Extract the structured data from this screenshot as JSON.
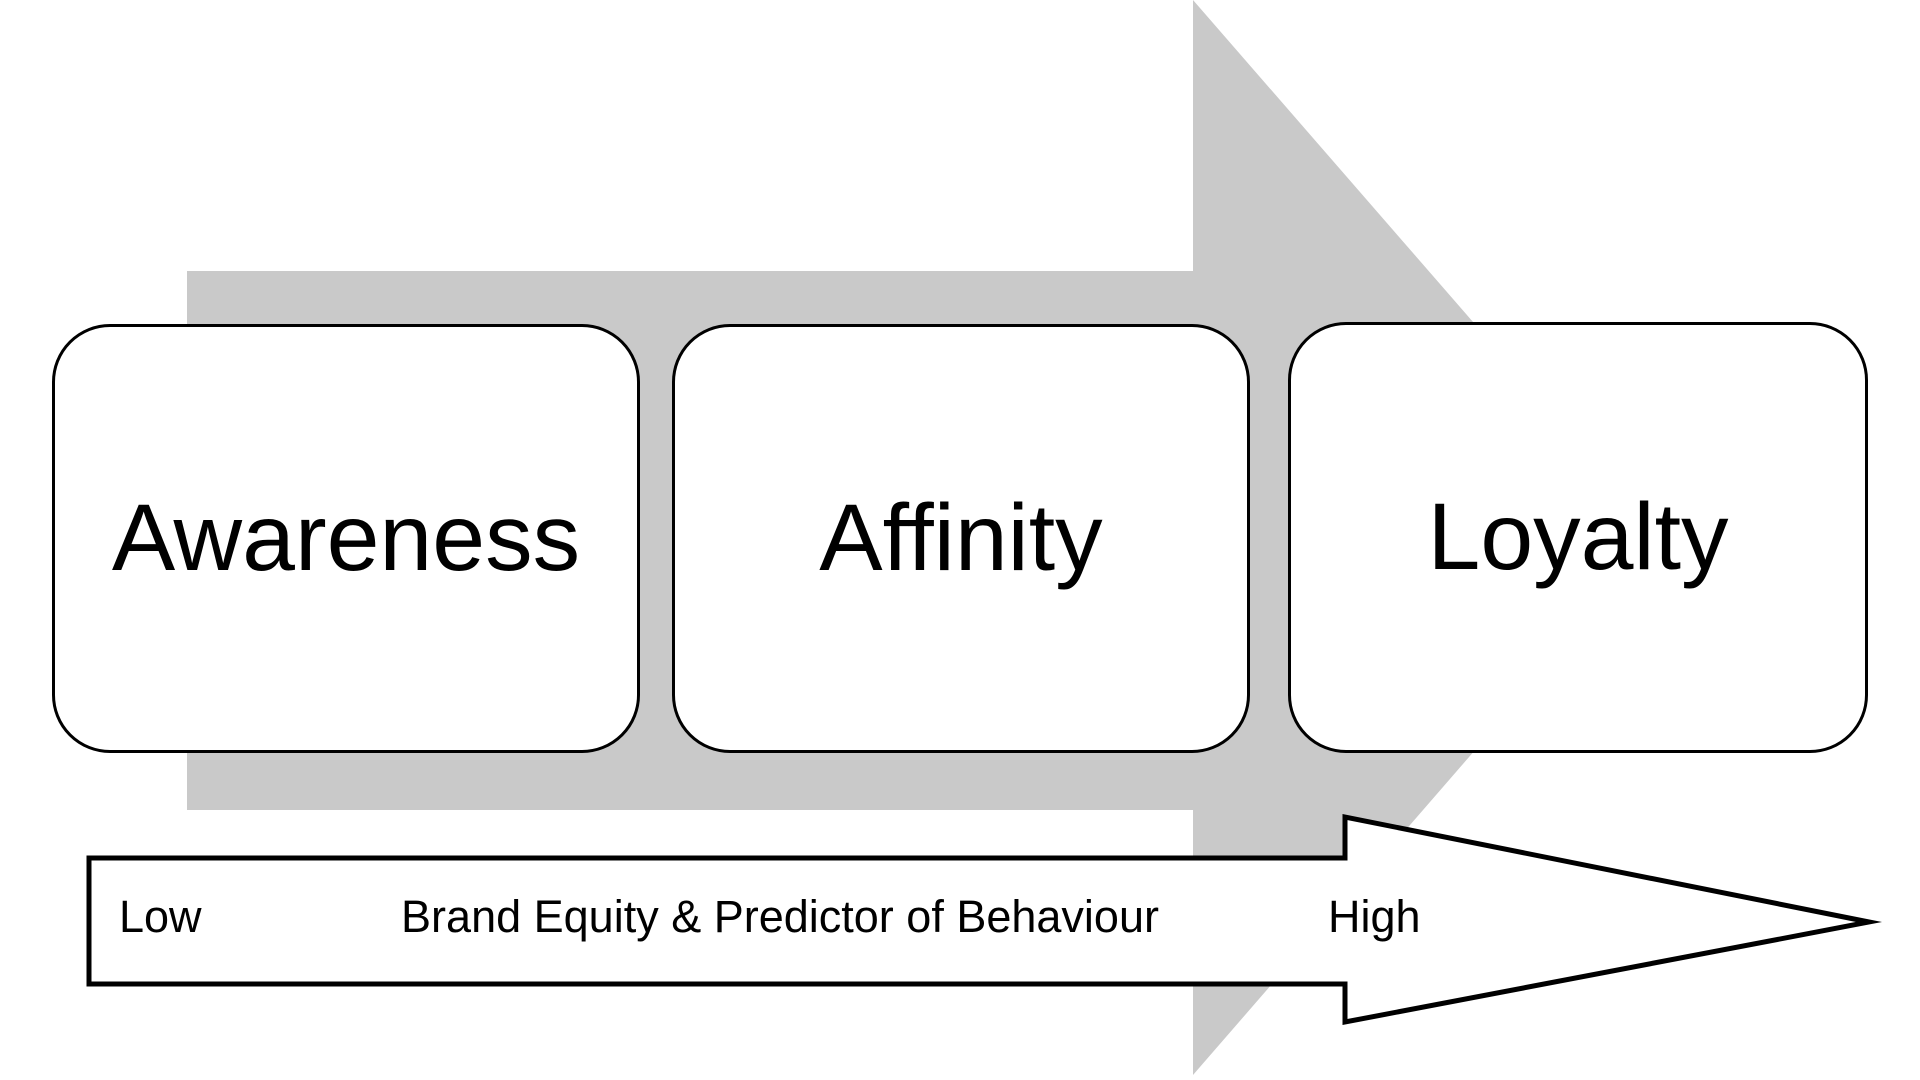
{
  "diagram": {
    "stage_boxes": [
      {
        "label": "Awareness"
      },
      {
        "label": "Affinity"
      },
      {
        "label": "Loyalty"
      }
    ],
    "axis_arrow": {
      "low_label": "Low",
      "title": "Brand Equity & Predictor of Behaviour",
      "high_label": "High"
    }
  },
  "icons": {
    "background_flow_arrow": "right-block-arrow-icon",
    "axis_arrow": "right-outline-arrow-icon"
  },
  "colors": {
    "canvas-bg": "#ffffff",
    "flow-arrow-fill": "#c9c9c9",
    "box-fill": "#ffffff",
    "box-border": "#000000",
    "axis-arrow-fill": "#ffffff",
    "axis-arrow-border": "#000000",
    "label-text": "#000000"
  }
}
